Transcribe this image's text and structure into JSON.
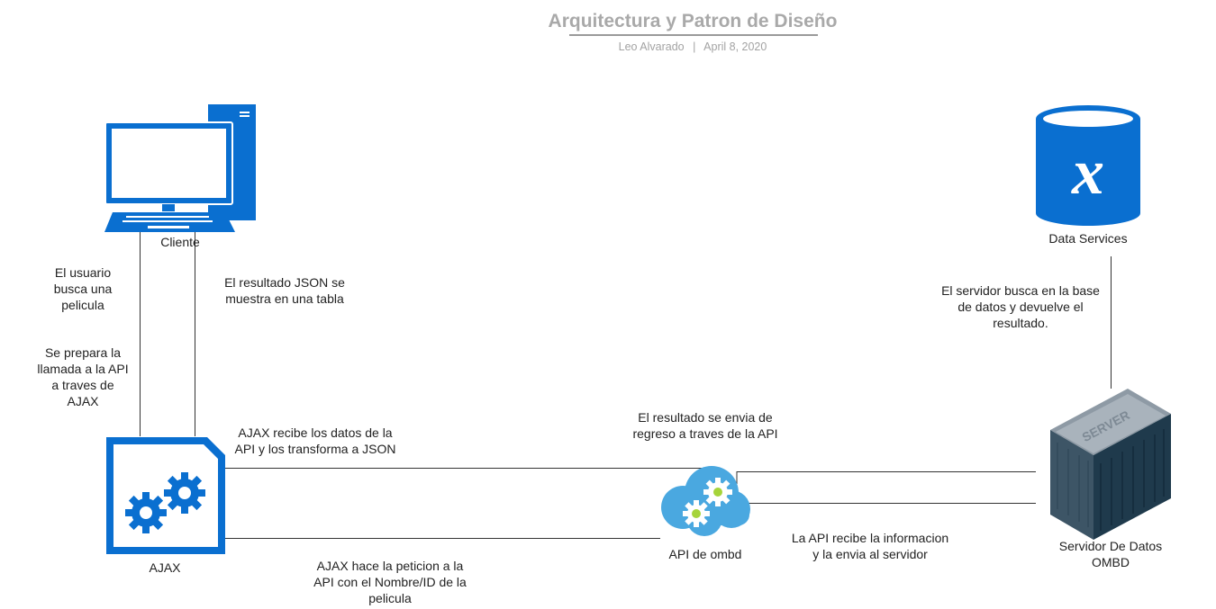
{
  "header": {
    "title": "Arquitectura y Patron de Diseño",
    "author": "Leo Alvarado",
    "separator": "|",
    "date": "April 8, 2020"
  },
  "nodes": {
    "cliente": {
      "label": "Cliente",
      "icon": "desktop-computer-icon"
    },
    "data_services": {
      "label": "Data Services",
      "icon": "database-x-icon"
    },
    "ajax": {
      "label": "AJAX",
      "icon": "gear-document-icon"
    },
    "api": {
      "label": "API de ombd",
      "icon": "cloud-gears-icon"
    },
    "servidor": {
      "label_line1": "Servidor De Datos",
      "label_line2": "OMBD",
      "icon": "server-icon",
      "server_text": "SERVER"
    }
  },
  "notes": {
    "usuario_busca": [
      "El usuario",
      "busca una",
      "pelicula"
    ],
    "prepara_llamada": [
      "Se prepara la",
      "llamada a la API",
      "a traves de",
      "AJAX"
    ],
    "resultado_json": [
      "El resultado JSON se",
      "muestra en una tabla"
    ],
    "servidor_busca": [
      "El servidor busca en la base",
      "de datos y devuelve el",
      "resultado."
    ],
    "ajax_recibe": [
      "AJAX recibe los datos de la",
      "API y los transforma a JSON"
    ],
    "resultado_envia": [
      "El resultado se envia de",
      "regreso a traves de la API"
    ],
    "api_recibe": [
      "La API recibe la informacion",
      "y la envia al servidor"
    ],
    "ajax_peticion": [
      "AJAX hace la peticion a la",
      "API con el Nombre/ID de la",
      "pelicula"
    ]
  },
  "colors": {
    "icon_blue": "#0a6fd0",
    "cloud_blue": "#4aa8e0",
    "gear_green": "#a6d43a",
    "line": "#333333",
    "title_gray": "#a9a9a9"
  }
}
